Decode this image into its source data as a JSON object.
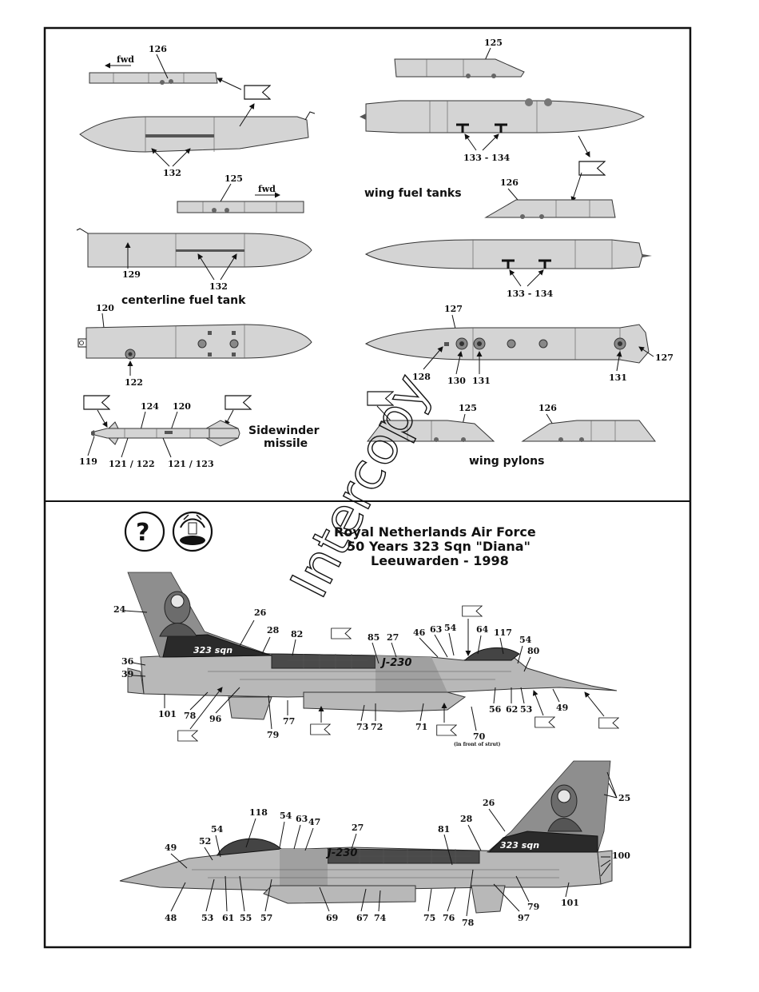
{
  "captions": {
    "centerline_fuel_tank": "centerline fuel tank",
    "wing_fuel_tanks": "wing fuel tanks",
    "sidewinder_line1": "Sidewinder",
    "sidewinder_line2": "missile",
    "wing_pylons": "wing pylons"
  },
  "fwd_label": "fwd",
  "watermark": "Intercopy",
  "title": {
    "line1": "Royal Netherlands Air Force",
    "line2": "50 Years 323 Sqn \"Diana\"",
    "line3": "Leeuwarden - 1998"
  },
  "icons": {
    "help": "question-mark-icon",
    "decal_water": "decal-water-icon"
  },
  "aircraft": {
    "registration": "J-230",
    "tail_text": "323 sqn"
  },
  "callouts_top": {
    "c126a": "126",
    "c132a": "132",
    "c125a": "125",
    "c129": "129",
    "c132b": "132",
    "c120a": "120",
    "c122": "122",
    "c125b": "125",
    "c133a": "133 - 134",
    "c126b": "126",
    "c133b": "133 - 134",
    "c127a": "127",
    "c128": "128",
    "c130": "130",
    "c131a": "131",
    "c131b": "131",
    "c127b": "127",
    "c124": "124",
    "c120b": "120",
    "c119": "119",
    "c121a": "121 / 122",
    "c121b": "121 / 123",
    "c125c": "125",
    "c126c": "126"
  },
  "callouts_jet1": {
    "c24": "24",
    "c26": "26",
    "c28": "28",
    "c82": "82",
    "c36": "36",
    "c39": "39",
    "c85": "85",
    "c27": "27",
    "c46": "46",
    "c63": "63",
    "c54a": "54",
    "c64": "64",
    "c117": "117",
    "c54b": "54",
    "c80": "80",
    "c101": "101",
    "c78": "78",
    "c96": "96",
    "c79": "79",
    "c77": "77",
    "c73": "73",
    "c72": "72",
    "c71": "71",
    "c70": "70",
    "c70note": "(in front of strut)",
    "c56": "56",
    "c62": "62",
    "c53": "53",
    "c49": "49"
  },
  "callouts_jet2": {
    "c25": "25",
    "c26": "26",
    "c118": "118",
    "c54": "54",
    "c63": "63",
    "c47": "47",
    "c27": "27",
    "c81": "81",
    "c28": "28",
    "c100": "100",
    "c49": "49",
    "c52": "52",
    "c54b": "54",
    "c48": "48",
    "c53": "53",
    "c61": "61",
    "c55": "55",
    "c57": "57",
    "c69": "69",
    "c67": "67",
    "c74": "74",
    "c75": "75",
    "c76": "76",
    "c78": "78",
    "c97": "97",
    "c79": "79",
    "c101": "101"
  }
}
